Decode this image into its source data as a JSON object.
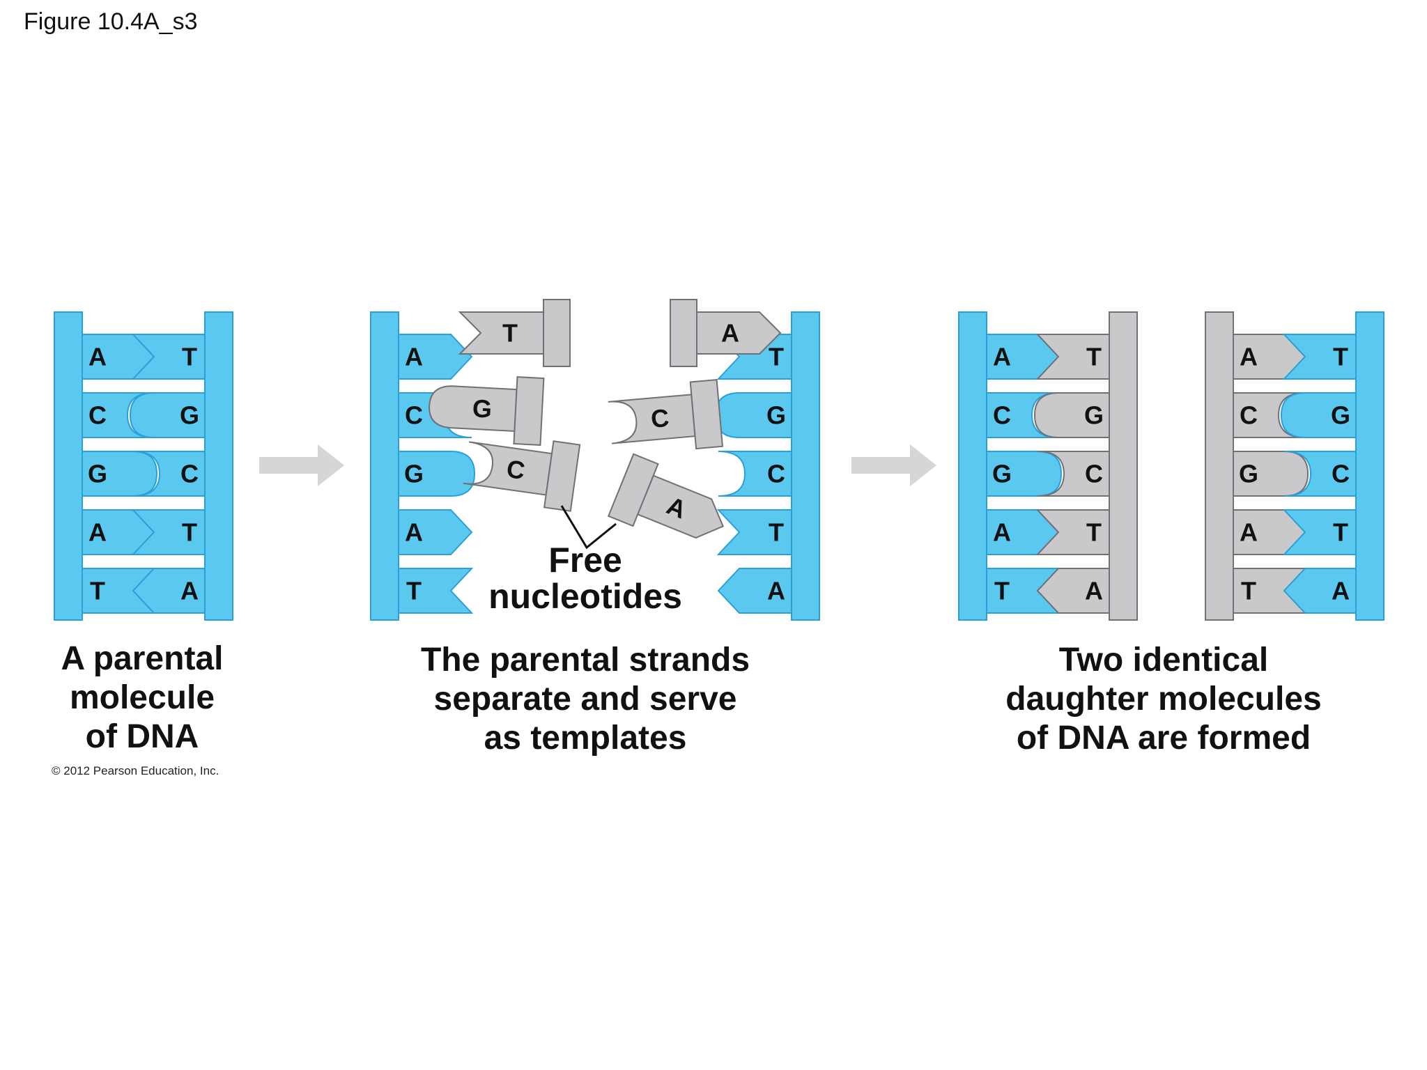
{
  "figure_title": "Figure 10.4A_s3",
  "colors": {
    "parental": "#5bc8f0",
    "parental_edge": "#2aa0d8",
    "daughter": "#c9c9cc",
    "daughter_edge": "#707075",
    "arrow": "#d6d6d6"
  },
  "panel1": {
    "caption": [
      "A parental",
      "molecule",
      "of DNA"
    ],
    "pairs": [
      {
        "left": "A",
        "right": "T"
      },
      {
        "left": "C",
        "right": "G"
      },
      {
        "left": "G",
        "right": "C"
      },
      {
        "left": "A",
        "right": "T"
      },
      {
        "left": "T",
        "right": "A"
      }
    ]
  },
  "panel2": {
    "caption": [
      "The parental strands",
      "separate and serve",
      "as templates"
    ],
    "left_strand": [
      "A",
      "C",
      "G",
      "A",
      "T"
    ],
    "right_strand": [
      "T",
      "G",
      "C",
      "T",
      "A"
    ],
    "free_nucleotides": [
      "T",
      "G",
      "C",
      "A",
      "C",
      "A"
    ],
    "free_label": [
      "Free",
      "nucleotides"
    ]
  },
  "panel3": {
    "caption": [
      "Two identical",
      "daughter molecules",
      "of DNA are formed"
    ],
    "molecule1": [
      {
        "left": "A",
        "right": "T"
      },
      {
        "left": "C",
        "right": "G"
      },
      {
        "left": "G",
        "right": "C"
      },
      {
        "left": "A",
        "right": "T"
      },
      {
        "left": "T",
        "right": "A"
      }
    ],
    "molecule2": [
      {
        "left": "A",
        "right": "T"
      },
      {
        "left": "C",
        "right": "G"
      },
      {
        "left": "G",
        "right": "C"
      },
      {
        "left": "A",
        "right": "T"
      },
      {
        "left": "T",
        "right": "A"
      }
    ]
  },
  "copyright": "© 2012 Pearson Education, Inc."
}
